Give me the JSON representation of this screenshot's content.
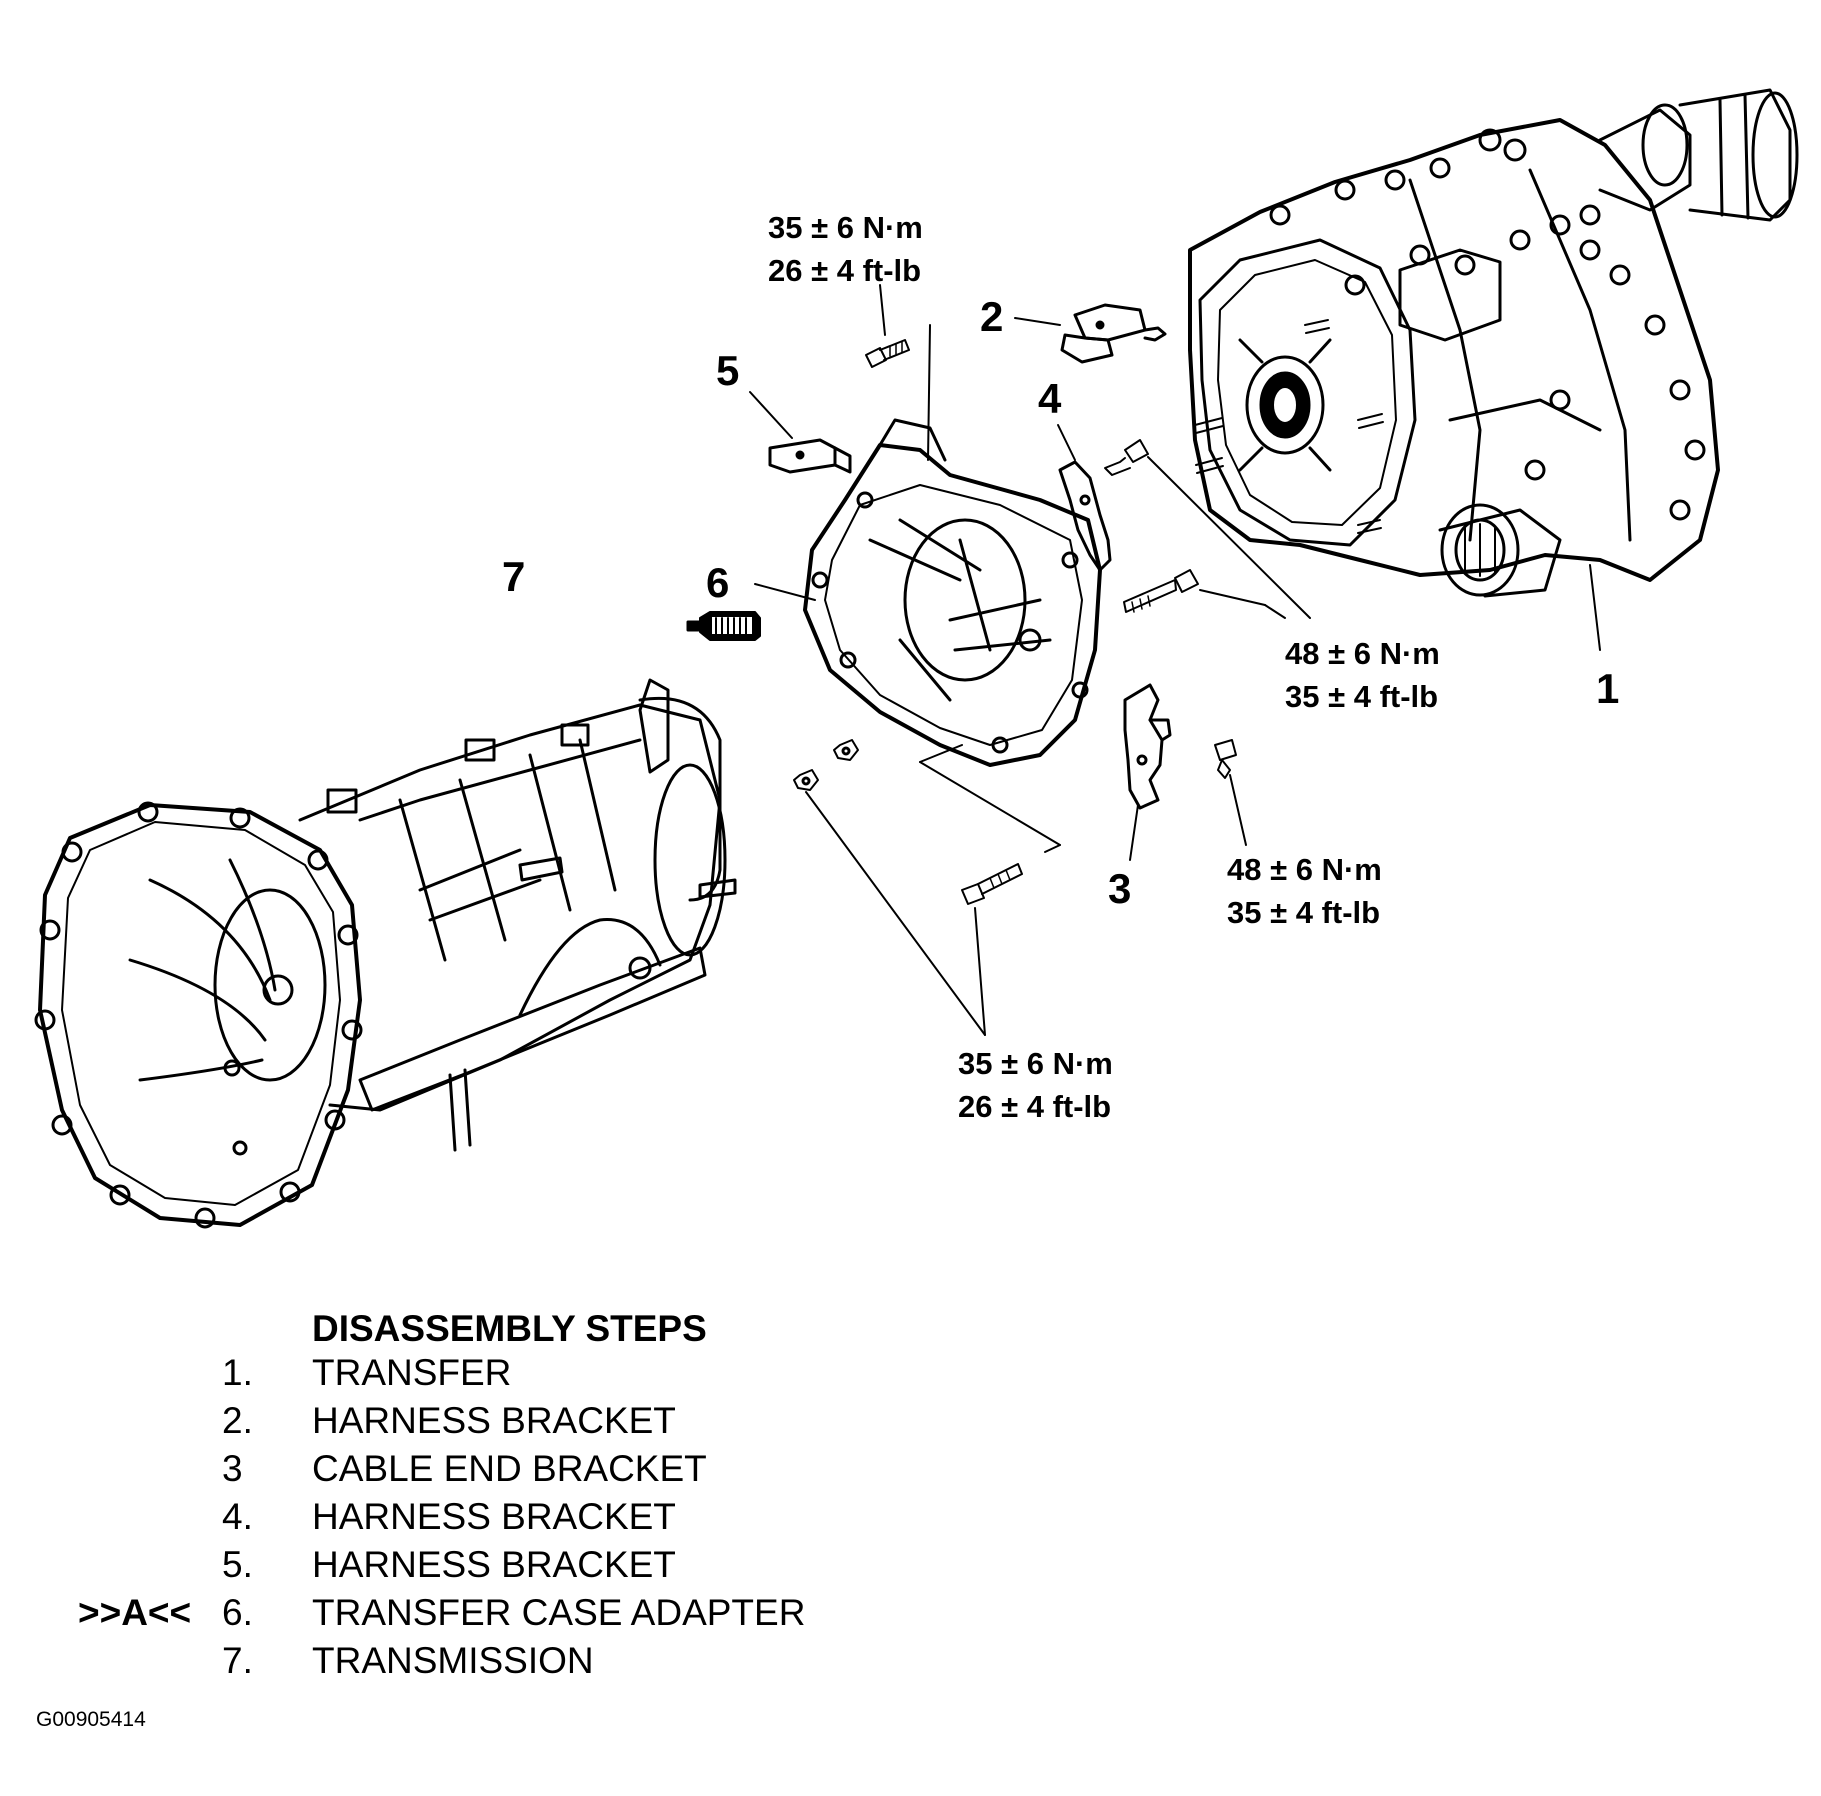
{
  "callouts": {
    "c1": "1",
    "c2": "2",
    "c3": "3",
    "c4": "4",
    "c5": "5",
    "c6": "6",
    "c7": "7"
  },
  "torque_specs": {
    "top_bolt": {
      "metric": "35 ± 6 N·m",
      "imperial": "26 ± 4 ft-lb"
    },
    "transfer_bolts": {
      "metric": "48 ± 6 N·m",
      "imperial": "35 ± 4 ft-lb"
    },
    "bracket_bolt": {
      "metric": "48 ± 6 N·m",
      "imperial": "35 ± 4 ft-lb"
    },
    "lower_bolts": {
      "metric": "35 ± 6 N·m",
      "imperial": "26 ± 4 ft-lb"
    }
  },
  "steps": {
    "title": "DISASSEMBLY STEPS",
    "items": [
      {
        "mark": "",
        "num": "1.",
        "label": "TRANSFER"
      },
      {
        "mark": "",
        "num": "2.",
        "label": "HARNESS BRACKET"
      },
      {
        "mark": "",
        "num": "3",
        "label": "CABLE END BRACKET"
      },
      {
        "mark": "",
        "num": "4.",
        "label": "HARNESS BRACKET"
      },
      {
        "mark": "",
        "num": "5.",
        "label": "HARNESS BRACKET"
      },
      {
        "mark": ">>A<<",
        "num": "6.",
        "label": "TRANSFER CASE ADAPTER"
      },
      {
        "mark": "",
        "num": "7.",
        "label": "TRANSMISSION"
      }
    ]
  },
  "figure_id": "G00905414"
}
